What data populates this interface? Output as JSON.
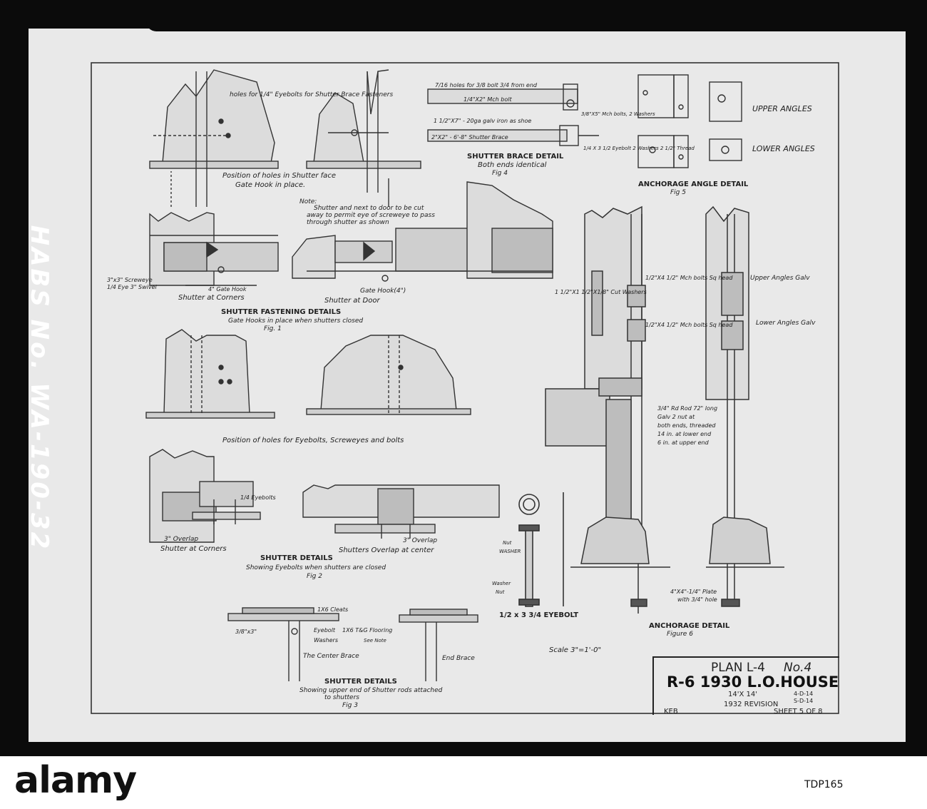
{
  "stamp": "HABS No. WA-190-32",
  "footer": {
    "brand": "alamy",
    "code": "TDP165",
    "tagline": ""
  },
  "figures": {
    "fig1": {
      "title": "SHUTTER FASTENING DETAILS",
      "sub": "Gate Hooks in place when shutters closed",
      "fig": "Fig. 1"
    },
    "fig2": {
      "title": "SHUTTER DETAILS",
      "sub": "Showing Eyebolts when shutters are closed",
      "fig": "Fig 2"
    },
    "fig3": {
      "title": "SHUTTER DETAILS",
      "sub": "Showing upper end of Shutter rods attached",
      "sub2": "to shutters",
      "fig": "Fig 3"
    },
    "fig4": {
      "title": "SHUTTER BRACE DETAIL",
      "sub": "Both ends identical",
      "fig": "Fig 4"
    },
    "fig5": {
      "title": "ANCHORAGE ANGLE DETAIL",
      "fig": "Fig 5"
    },
    "fig6": {
      "title": "ANCHORAGE DETAIL",
      "fig": "Figure 6"
    },
    "eyebolt": {
      "title": "1/2 x 3 3/4 EYEBOLT"
    }
  },
  "notes": {
    "holes_eyebolts": "holes for 1/4\" Eyebolts for Shutter Brace Fasteners",
    "position_holes_face": "Position of holes in Shutter face",
    "gate_hook_in_place": "Gate Hook in place.",
    "note_head": "Note:",
    "note_text1": "Shutter and next to door to be cut",
    "note_text2": "away to permit eye of screweye to pass",
    "note_text3": "through shutter as shown",
    "screweye": "3\"x3\" Screweye",
    "eye_swivel": "1/4 Eye 3\" Swivel",
    "gate_hook": "4\" Gate Hook",
    "shutter_corners": "Shutter at Corners",
    "shutter_door": "Shutter at Door",
    "gate_hook_4": "Gate Hook(4\")",
    "position_holes_eyebolts": "Position of holes for Eyebolts, Screweyes and bolts",
    "eyebolts": "1/4 Eyebolts",
    "overlap": "3\" Overlap",
    "overlap2": "3\" Overlap",
    "shutter_corners2": "Shutter at Corners",
    "shutters_overlap_center": "Shutters Overlap at center",
    "cleats": "1X6 Cleats",
    "eyebolt": "Eyebolt",
    "flooring": "1X6 T&G Flooring",
    "washers": "Washers",
    "see_note": "See Note",
    "center_brace": "The Center Brace",
    "end_brace": "End Brace",
    "dim_3x3": "3/8\"x3\"",
    "scale": "Scale 3\"=1'-0\"",
    "brace_holes": "7/16 holes for 3/8 bolt 3/4 from end",
    "mch_bolt": "1/4\"X2\" Mch bolt",
    "galv_iron": "1 1/2\"X7\" - 20ga galv iron as shoe",
    "shutter_brace": "2\"X2\" - 6'-8\" Shutter Brace",
    "mch_bolts_2": "3/8\"X5\" Mch bolts, 2 Washers",
    "eyebolt_3": "1/4 X 3 1/2 Eyebolt 2 Washers 2 1/2\" Thread",
    "upper_angles": "UPPER ANGLES",
    "lower_angles": "LOWER ANGLES",
    "mch_bolts_sq": "1/2\"X4 1/2\" Mch bolts Sq head",
    "cut_washers": "1 1/2\"X1 1/2\"X1/8\" Cut Washers",
    "mch_bolts_sq2": "1/2\"X4 1/2\" Mch bolts Sq head",
    "upper_angles_galv": "Upper Angles Galv",
    "lower_angles_galv": "Lower Angles Galv",
    "rod": "3/4\" Rd Rod 72\" long",
    "rod2": "Galv 2 nut at",
    "rod3": "both ends, threaded",
    "rod4": "14 in. at lower end",
    "rod5": "6 in. at upper end",
    "plate": "4\"X4\"-1/4\" Plate",
    "plate2": "with 3/4\" hole",
    "nut": "Nut",
    "washer": "WASHER",
    "washer2": "Washer",
    "nut2": "Nut"
  },
  "title_block": {
    "plan": "PLAN L-4",
    "plan_no": "No.4",
    "name": "R-6 1930 L.O.HOUSE",
    "size": "14'X 14'",
    "code1": "4-D-14",
    "code2": "S-D-14",
    "revision": "1932 REVISION",
    "drafter": "KEB",
    "sheet": "SHEET 5 OF 8"
  }
}
